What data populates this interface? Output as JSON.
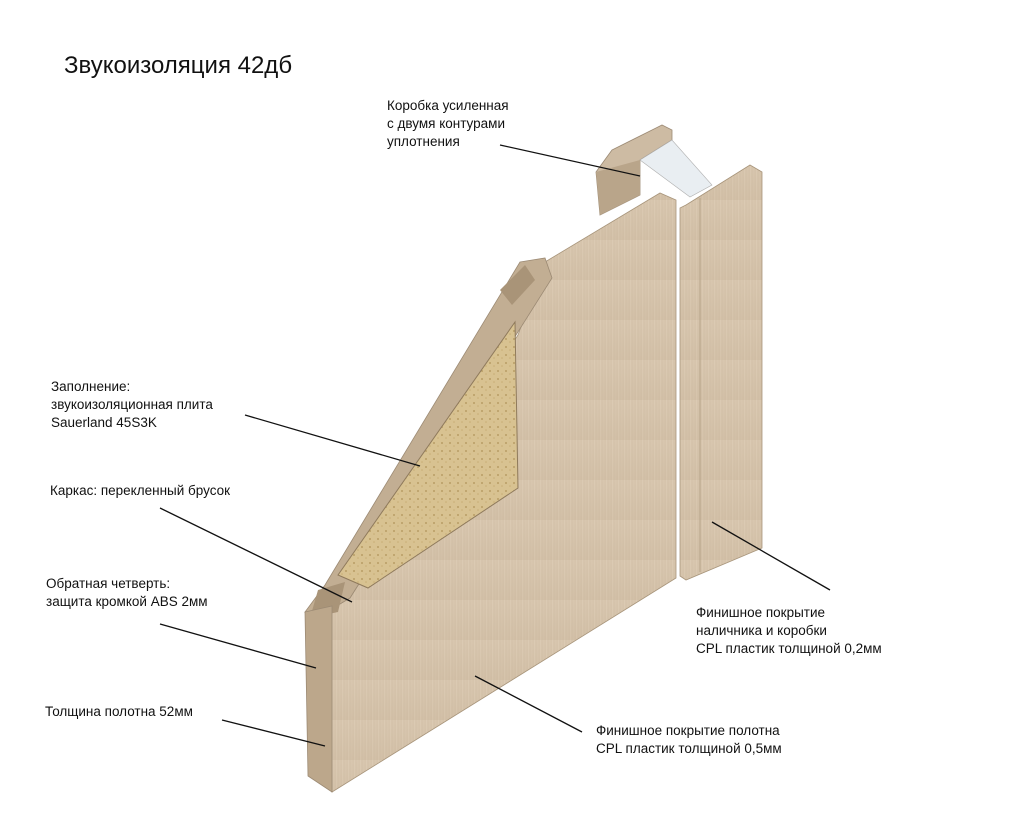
{
  "title": "Звукоизоляция 42дб",
  "labels": {
    "frame_box": [
      "Коробка усиленная",
      "с двумя контурами",
      "уплотнения"
    ],
    "filling": [
      "Заполнение:",
      "звукоизоляционная плита",
      "Sauerland 45S3K"
    ],
    "carcass": [
      "Каркас: перекленный брусок"
    ],
    "reverse_quarter": [
      "Обратная четверть:",
      "защита кромкой ABS 2мм"
    ],
    "thickness": [
      "Толщина полотна 52мм"
    ],
    "casing_finish": [
      "Финишное покрытие",
      "наличника и коробки",
      "CPL пластик толщиной 0,2мм"
    ],
    "leaf_finish": [
      "Финишное покрытие полотна",
      "CPL пластик толщиной 0,5мм"
    ]
  },
  "colors": {
    "wood": "#d8c6ae",
    "wood_dark": "#bba78c",
    "filling": "#d9c493",
    "edge": "#9c8a74"
  }
}
